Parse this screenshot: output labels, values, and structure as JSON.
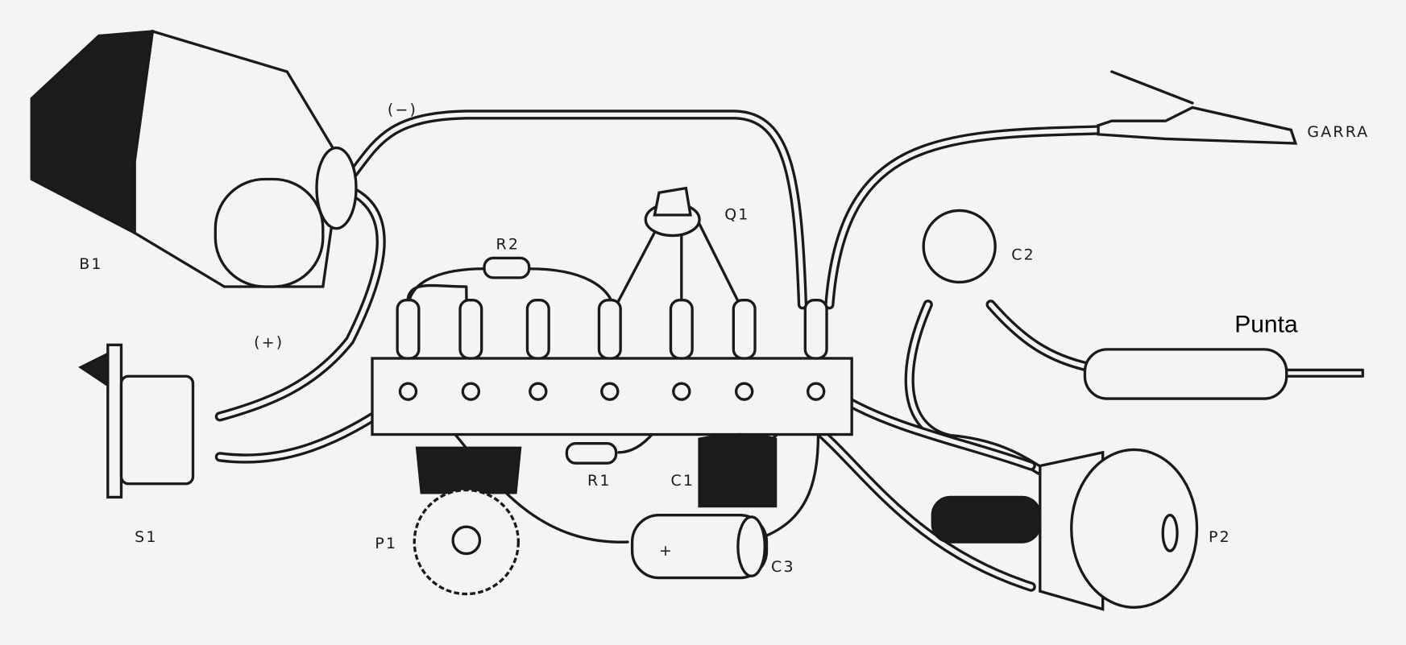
{
  "labels": {
    "negative": "(−)",
    "positive": "(+)",
    "battery": "B1",
    "clip": "GARRA",
    "transistor": "Q1",
    "r2": "R2",
    "r1": "R1",
    "c1": "C1",
    "c2": "C2",
    "c3": "C3",
    "c3_polarity": "+",
    "switch": "S1",
    "pot": "P1",
    "speaker": "P2",
    "probe": "Punta"
  },
  "colors": {
    "ink": "#1a1a1a",
    "paper": "#f4f4f2"
  }
}
